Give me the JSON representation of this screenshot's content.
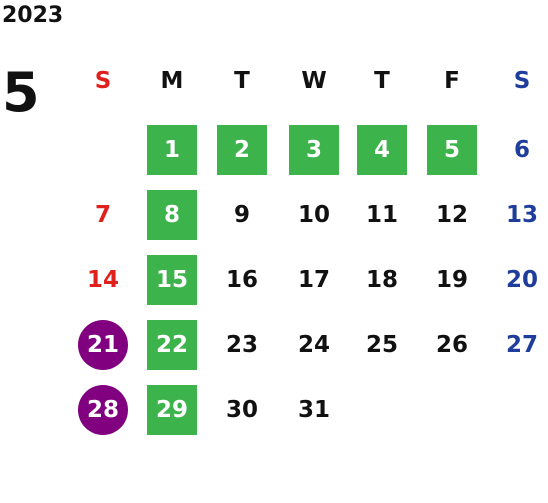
{
  "calendar": {
    "year": "2023",
    "month": "5",
    "weekday_headers": [
      "S",
      "M",
      "T",
      "W",
      "T",
      "F",
      "S"
    ],
    "colors": {
      "sunday": "#e0201c",
      "saturday": "#1f3d9a",
      "weekday": "#111111",
      "highlight_green": "#3cb44b",
      "highlight_purple": "#800080",
      "highlight_text": "#ffffff"
    },
    "weeks": [
      [
        {
          "label": "",
          "style": "none"
        },
        {
          "label": "1",
          "style": "green"
        },
        {
          "label": "2",
          "style": "green"
        },
        {
          "label": "3",
          "style": "green"
        },
        {
          "label": "4",
          "style": "green"
        },
        {
          "label": "5",
          "style": "green"
        },
        {
          "label": "6",
          "style": "none"
        }
      ],
      [
        {
          "label": "7",
          "style": "none"
        },
        {
          "label": "8",
          "style": "green"
        },
        {
          "label": "9",
          "style": "none"
        },
        {
          "label": "10",
          "style": "none"
        },
        {
          "label": "11",
          "style": "none"
        },
        {
          "label": "12",
          "style": "none"
        },
        {
          "label": "13",
          "style": "none"
        }
      ],
      [
        {
          "label": "14",
          "style": "none"
        },
        {
          "label": "15",
          "style": "green"
        },
        {
          "label": "16",
          "style": "none"
        },
        {
          "label": "17",
          "style": "none"
        },
        {
          "label": "18",
          "style": "none"
        },
        {
          "label": "19",
          "style": "none"
        },
        {
          "label": "20",
          "style": "none"
        }
      ],
      [
        {
          "label": "21",
          "style": "purple"
        },
        {
          "label": "22",
          "style": "green"
        },
        {
          "label": "23",
          "style": "none"
        },
        {
          "label": "24",
          "style": "none"
        },
        {
          "label": "25",
          "style": "none"
        },
        {
          "label": "26",
          "style": "none"
        },
        {
          "label": "27",
          "style": "none"
        }
      ],
      [
        {
          "label": "28",
          "style": "purple"
        },
        {
          "label": "29",
          "style": "green"
        },
        {
          "label": "30",
          "style": "none"
        },
        {
          "label": "31",
          "style": "none"
        },
        {
          "label": "",
          "style": "none"
        },
        {
          "label": "",
          "style": "none"
        },
        {
          "label": "",
          "style": "none"
        }
      ]
    ]
  }
}
